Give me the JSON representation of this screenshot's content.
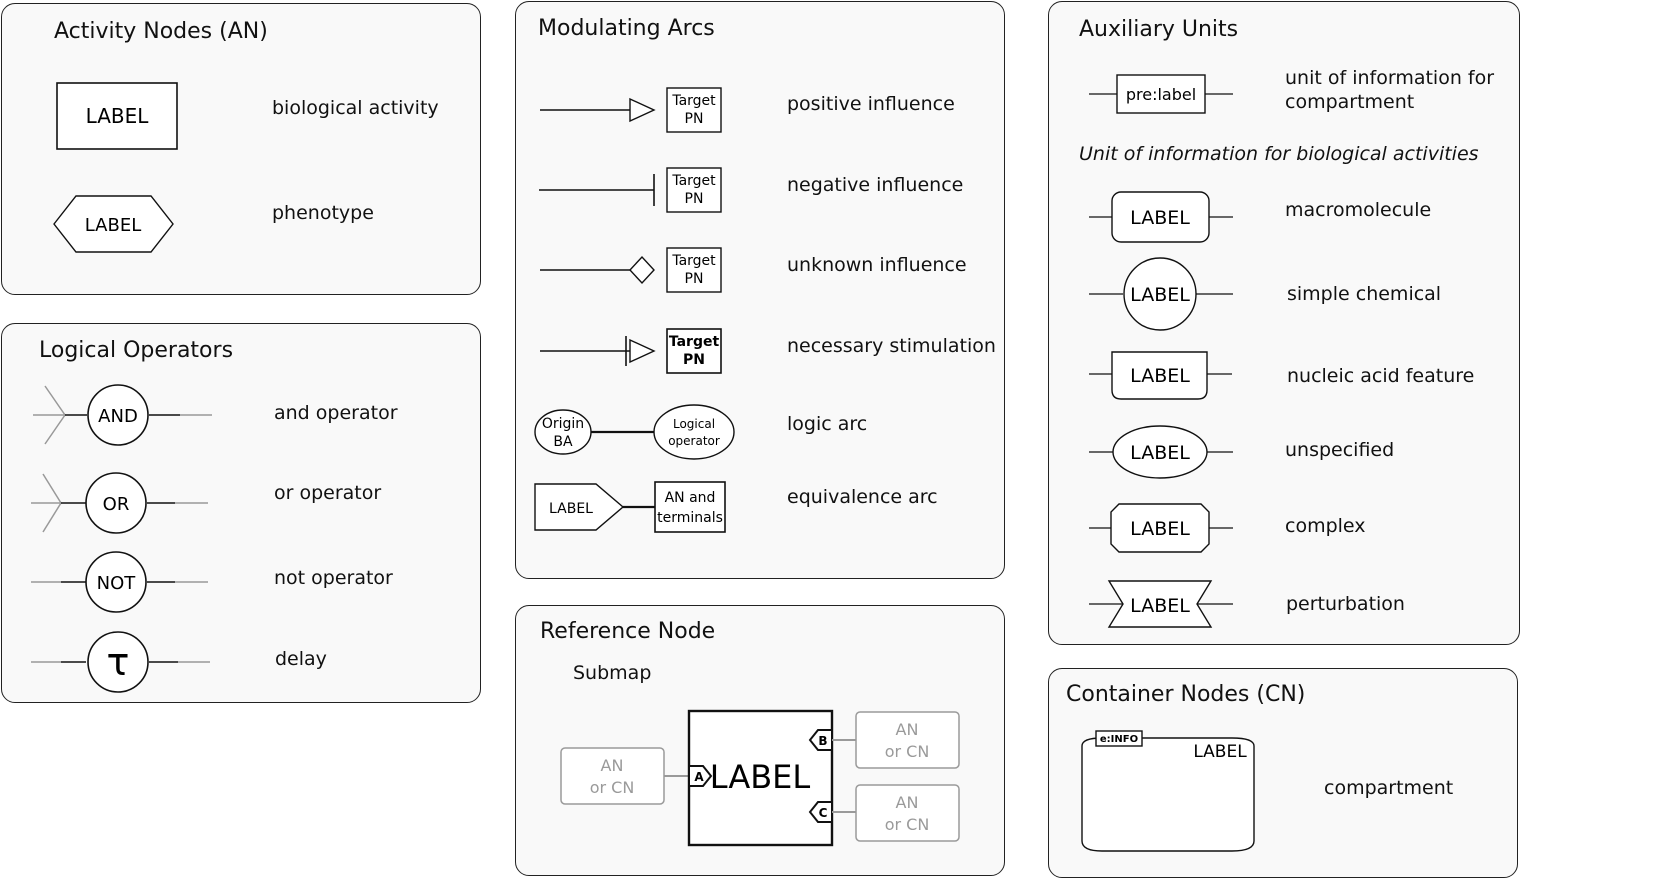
{
  "activity_nodes": {
    "title": "Activity Nodes (AN)",
    "items": [
      {
        "symbol_text": "LABEL",
        "label": "biological activity"
      },
      {
        "symbol_text": "LABEL",
        "label": "phenotype"
      }
    ]
  },
  "logical_operators": {
    "title": "Logical Operators",
    "items": [
      {
        "symbol_text": "AND",
        "label": "and operator"
      },
      {
        "symbol_text": "OR",
        "label": "or operator"
      },
      {
        "symbol_text": "NOT",
        "label": "not operator"
      },
      {
        "symbol_text": "τ",
        "label": "delay"
      }
    ]
  },
  "modulating_arcs": {
    "title": "Modulating Arcs",
    "target_line1": "Target",
    "target_line2": "PN",
    "items": [
      {
        "label": "positive influence"
      },
      {
        "label": "negative influence"
      },
      {
        "label": "unknown influence"
      },
      {
        "label": "necessary stimulation"
      },
      {
        "label": "logic arc",
        "origin_line1": "Origin",
        "origin_line2": "BA",
        "operator_line1": "Logical",
        "operator_line2": "operator"
      },
      {
        "label": "equivalence arc",
        "source_text": "LABEL",
        "target_line1": "AN and",
        "target_line2": "terminals"
      }
    ]
  },
  "reference_node": {
    "title": "Reference Node",
    "subtitle": "Submap",
    "main_label": "LABEL",
    "port_a": "A",
    "port_b": "B",
    "port_c": "C",
    "ext_line1": "AN",
    "ext_line2": "or CN"
  },
  "auxiliary_units": {
    "title": "Auxiliary Units",
    "unit_info": {
      "symbol_text": "pre:label",
      "label_line1": "unit of information for",
      "label_line2": "compartment"
    },
    "subheading": "Unit of information for biological activities",
    "items": [
      {
        "symbol_text": "LABEL",
        "label": "macromolecule"
      },
      {
        "symbol_text": "LABEL",
        "label": "simple chemical"
      },
      {
        "symbol_text": "LABEL",
        "label": "nucleic acid feature"
      },
      {
        "symbol_text": "LABEL",
        "label": "unspecified"
      },
      {
        "symbol_text": "LABEL",
        "label": "complex"
      },
      {
        "symbol_text": "LABEL",
        "label": "perturbation"
      }
    ]
  },
  "container_nodes": {
    "title": "Container Nodes (CN)",
    "tag": "e:INFO",
    "symbol_text": "LABEL",
    "label": "compartment"
  }
}
